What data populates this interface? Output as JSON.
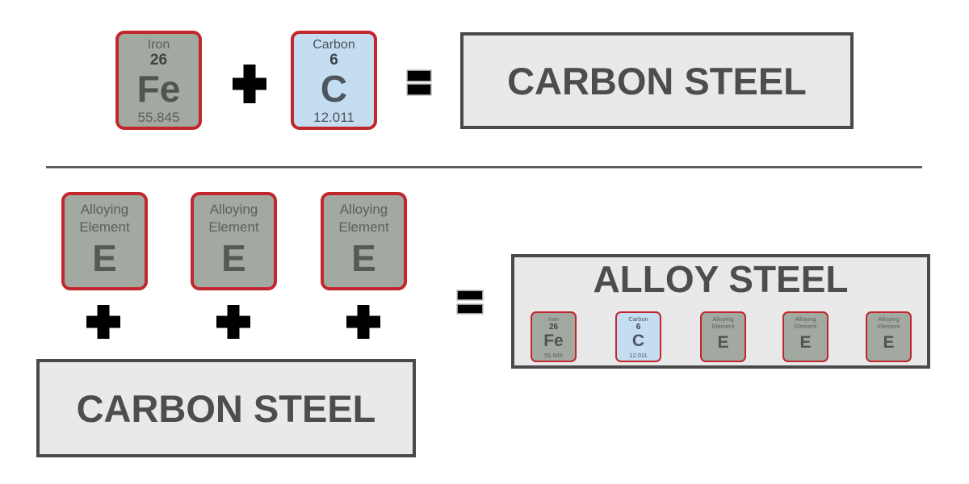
{
  "colors": {
    "background": "#ffffff",
    "tile_border_red": "#c1272d",
    "tile_green_bg": "#a2a9a0",
    "tile_blue_bg": "#c5ddf1",
    "box_bg": "#e9e9e9",
    "box_border": "#4a4a4a",
    "heading_text": "#4d4d4d",
    "operator_black": "#000000"
  },
  "elements": {
    "iron": {
      "name": "Iron",
      "number": "26",
      "symbol": "Fe",
      "mass": "55.845"
    },
    "carbon": {
      "name": "Carbon",
      "number": "6",
      "symbol": "C",
      "mass": "12.011"
    },
    "alloying": {
      "name_line1": "Alloying",
      "name_line2": "Element",
      "symbol": "E"
    }
  },
  "labels": {
    "carbon_steel": "CARBON STEEL",
    "alloy_steel": "ALLOY STEEL"
  },
  "operators": {
    "plus": "+",
    "equals": "="
  }
}
